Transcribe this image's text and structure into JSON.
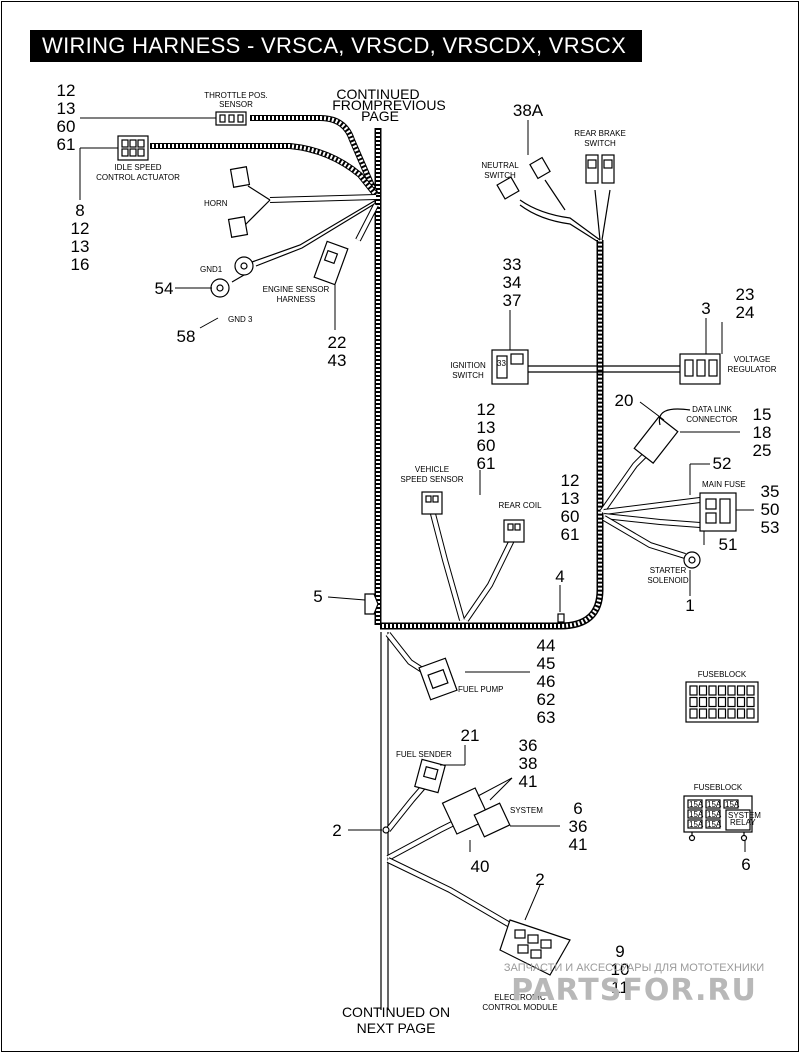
{
  "title": "WIRING HARNESS - VRSCA, VRSCD, VRSCDX, VRSCX",
  "continued_top": [
    "CONTINUED",
    "FROMPREVIOUS",
    "PAGE"
  ],
  "continued_bottom": [
    "CONTINUED ON",
    "NEXT PAGE"
  ],
  "labels": {
    "throttle": [
      "THROTTLE POS.",
      "SENSOR"
    ],
    "idle": [
      "IDLE SPEED",
      "CONTROL ACTUATOR"
    ],
    "horn": "HORN",
    "gnd1": "GND1",
    "gnd3": "GND 3",
    "engine_sensor": [
      "ENGINE SENSOR",
      "HARNESS"
    ],
    "neutral": [
      "NEUTRAL",
      "SWITCH"
    ],
    "rear_brake": [
      "REAR BRAKE",
      "SWITCH"
    ],
    "ignition": [
      "IGNITION",
      "SWITCH"
    ],
    "voltage_reg": [
      "VOLTAGE",
      "REGULATOR"
    ],
    "data_link": [
      "DATA LINK",
      "CONNECTOR"
    ],
    "main_fuse": "MAIN FUSE",
    "starter": [
      "STARTER",
      "SOLENOID"
    ],
    "vss": [
      "VEHICLE",
      "SPEED SENSOR"
    ],
    "rear_coil": "REAR COIL",
    "fuel_pump": "FUEL PUMP",
    "fuel_sender": "FUEL SENDER",
    "system": "SYSTEM",
    "ecm": [
      "ELECTRONIC",
      "CONTROL MODULE"
    ],
    "fuseblock1": "FUSEBLOCK",
    "fuseblock2": "FUSEBLOCK",
    "ign_33": "33"
  },
  "callouts": {
    "throttle": [
      "12",
      "13",
      "60",
      "61"
    ],
    "idle": [
      "8",
      "12",
      "13",
      "16"
    ],
    "gnd1": "54",
    "gnd3": "58",
    "engine_sensor": [
      "22",
      "43"
    ],
    "neutral_brake": "38A",
    "ignition": [
      "33",
      "34",
      "37"
    ],
    "reg_3": "3",
    "reg_23": [
      "23",
      "24"
    ],
    "data_link_20": "20",
    "data_link": [
      "15",
      "18",
      "25"
    ],
    "main_fuse_52": "52",
    "main_fuse": [
      "35",
      "50",
      "53"
    ],
    "main_fuse_51": "51",
    "starter": "1",
    "vss": [
      "12",
      "13",
      "60",
      "61"
    ],
    "rear_coil": [
      "12",
      "13",
      "60",
      "61"
    ],
    "clip_4": "4",
    "clip_5": "5",
    "fuel_pump": [
      "44",
      "45",
      "46",
      "62",
      "63"
    ],
    "fuel_sender": "21",
    "system_top": [
      "36",
      "38",
      "41"
    ],
    "system_right": [
      "6",
      "36",
      "41"
    ],
    "clip_2": "2",
    "system_40": "40",
    "ecm_2": "2",
    "ecm": [
      "9",
      "10",
      "11"
    ],
    "fuseblock2_6": "6"
  },
  "fuseblock2_cells": [
    "15A",
    "15A",
    "15A",
    "15A",
    "15A",
    "15A",
    "15A"
  ],
  "fuseblock2_relay": [
    "SYSTEM",
    "RELAY"
  ],
  "watermark": {
    "line": "ЗАПЧАСТИ И АКСЕССУАРЫ ДЛЯ МОТОТЕХНИКИ",
    "logo": "PARTSFOR.RU"
  }
}
